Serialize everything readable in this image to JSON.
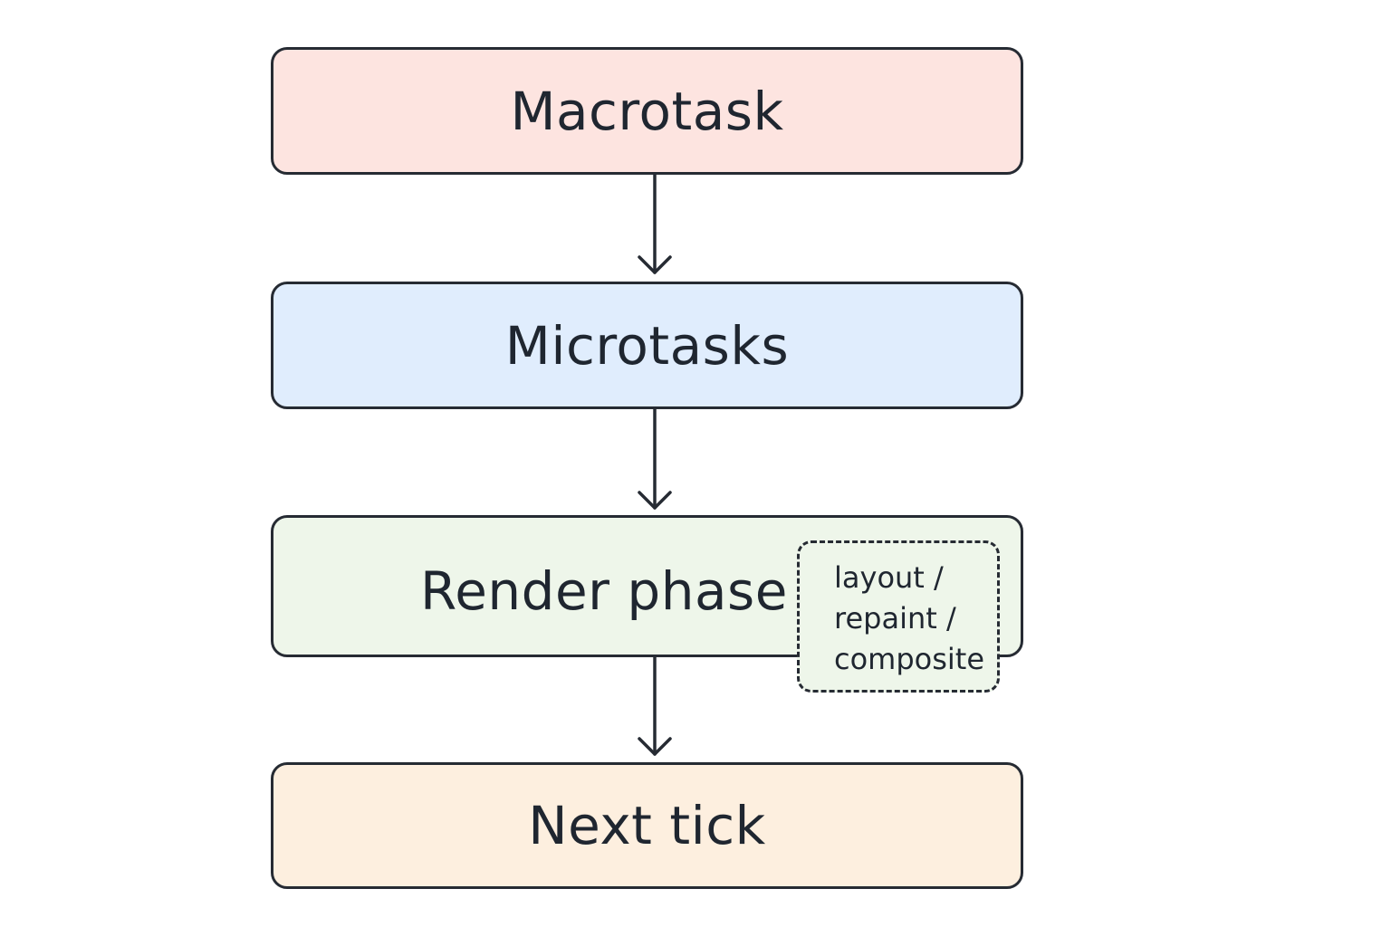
{
  "colors": {
    "outline": "#262b33",
    "text": "#1f2630",
    "macrotask_fill": "#fde4e0",
    "microtasks_fill": "#e0edfd",
    "render_fill": "#eef6ea",
    "next_tick_fill": "#fdefdf"
  },
  "stages": {
    "macrotask": {
      "label": "Macrotask"
    },
    "microtasks": {
      "label": "Microtasks"
    },
    "render": {
      "label": "Render phase"
    },
    "next_tick": {
      "label": "Next tick"
    }
  },
  "note": {
    "lines": [
      "layout /",
      "repaint /",
      "composite"
    ]
  }
}
